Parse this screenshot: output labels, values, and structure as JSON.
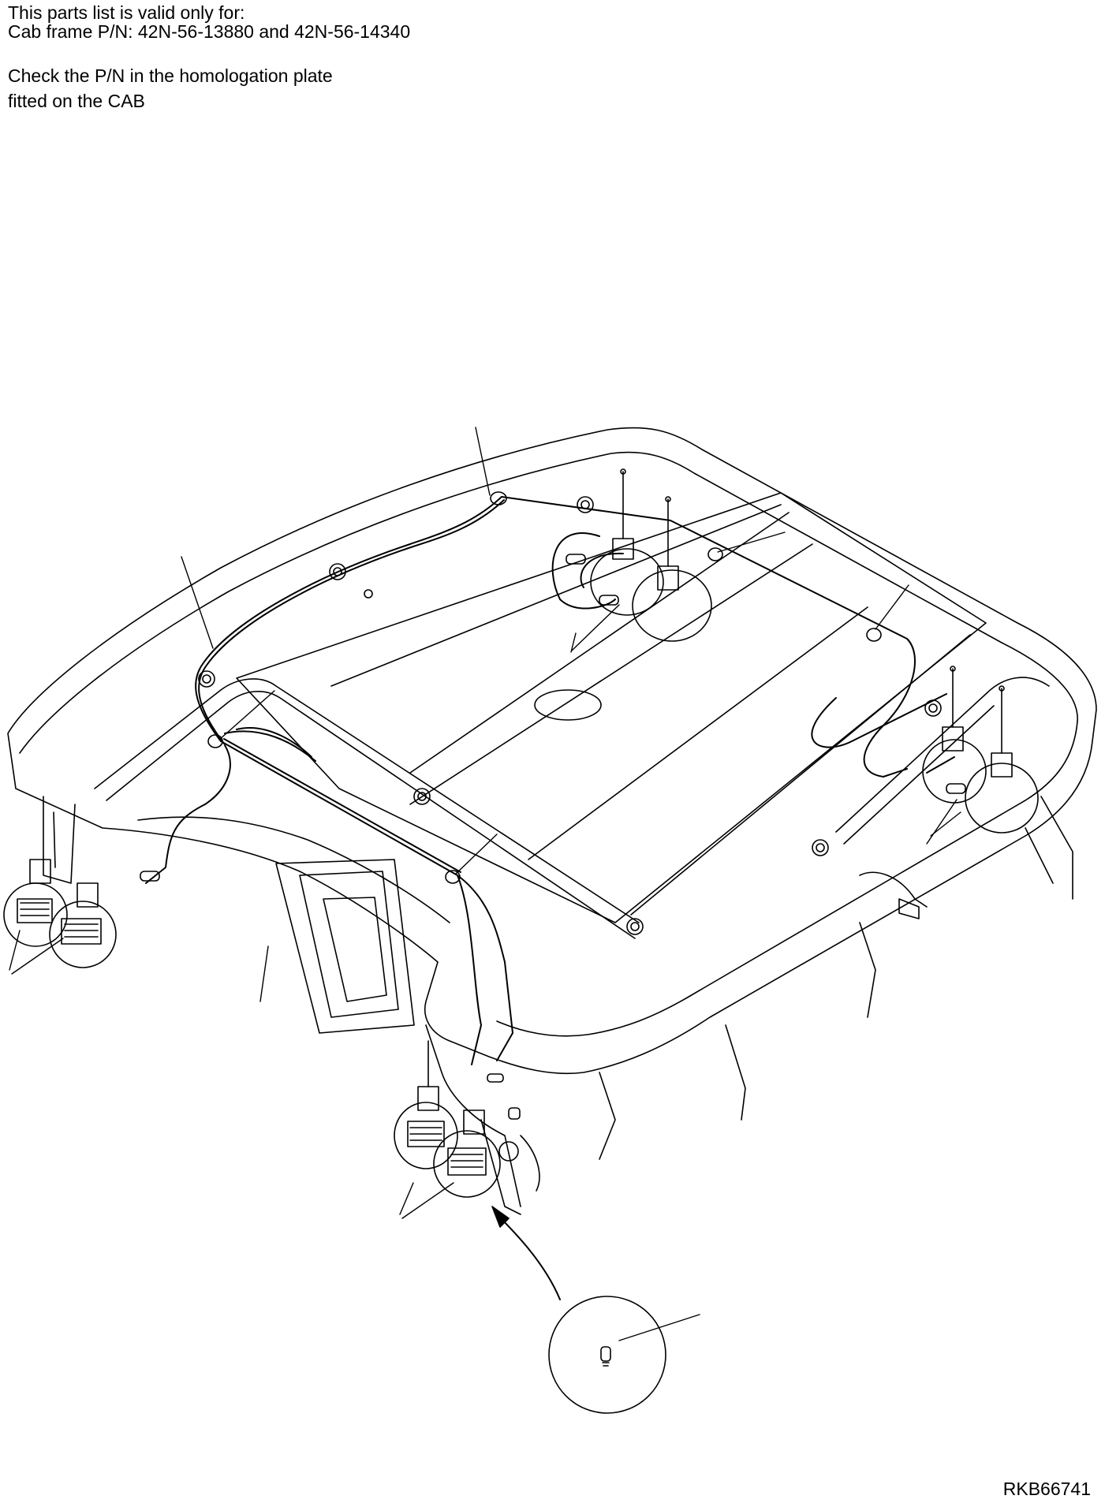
{
  "notes": {
    "line1": "This parts list is valid only for:",
    "line2": "Cab frame P/N: 42N-56-13880 and 42N-56-14340",
    "line3": "Check the P/N in the homologation plate",
    "line4": "fitted on the CAB"
  },
  "drawing_code": "RKB66741",
  "diagram": {
    "subject": "cab roof with work lamp wiring harness",
    "parts": [
      "roof-panel",
      "wiring-harness",
      "harness-clamp",
      "work-lamp",
      "lamp-bulb-detail"
    ]
  },
  "colors": {
    "line": "#000000",
    "background": "#ffffff"
  }
}
